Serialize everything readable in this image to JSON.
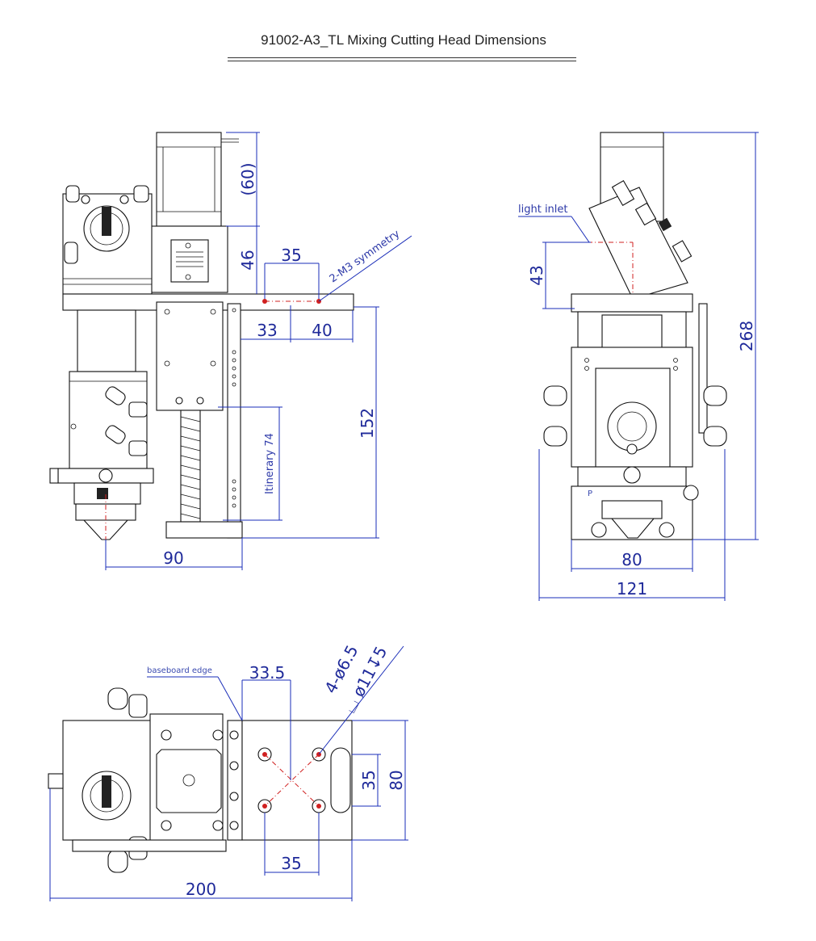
{
  "title": "91002-A3_TL Mixing Cutting Head Dimensions",
  "dimensions": {
    "motor_height": "(60)",
    "d46": "46",
    "d35_top": "35",
    "d33": "33",
    "d40": "40",
    "d152": "152",
    "d90": "90",
    "d43": "43",
    "d268": "268",
    "d80_front": "80",
    "d121": "121",
    "d33_5": "33.5",
    "d35_vert": "35",
    "d80_right": "80",
    "d35_bottom": "35",
    "d200": "200"
  },
  "notes": {
    "m3": "2-M3 symmetry",
    "itinerary": "Itinerary 74",
    "light_inlet": "light inlet",
    "baseboard": "baseboard edge",
    "hole_spec": "4-ø6.5",
    "counterbore": "⌴ ø11↧5",
    "p_label": "P"
  },
  "colors": {
    "dimension": "#1a2db8",
    "centerline": "#d02020",
    "outline": "#111111"
  }
}
